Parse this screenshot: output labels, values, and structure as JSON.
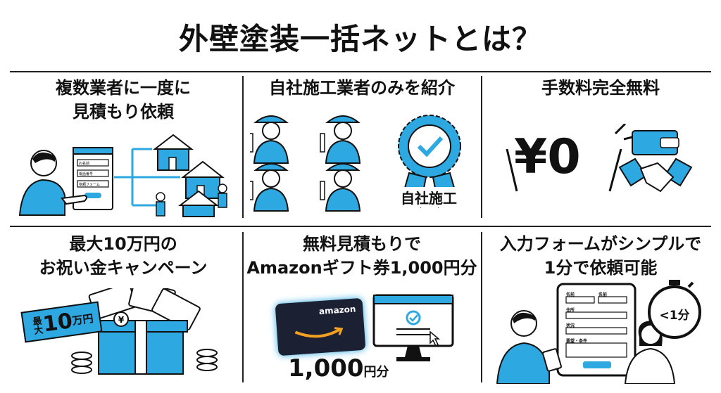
{
  "title": "外壁塗装一括ネットとは？",
  "accent_color": "#2ea8e0",
  "features": [
    {
      "title_lines": [
        "複数業者に一度に",
        "見積もり依頼"
      ],
      "form_labels": [
        "お名前",
        "電話番号",
        "依頼フォーム"
      ]
    },
    {
      "title_lines": [
        "自社施工業者のみを紹介"
      ],
      "badge_text": "自社施工"
    },
    {
      "title_lines": [
        "手数料完全無料"
      ],
      "price_text": "¥0"
    },
    {
      "title_lines": [
        "最大10万円の",
        "お祝い金キャンペーン"
      ],
      "tag_prefix": "最大",
      "tag_amount": "10",
      "tag_unit": "万円"
    },
    {
      "title_lines": [
        "無料見積もりで",
        "Amazonギフト券1,000円分"
      ],
      "card_brand": "amazon",
      "amount_number": "1,000",
      "amount_unit": "円分"
    },
    {
      "title_lines": [
        "入力フォームがシンプルで",
        "1分で依頼可能"
      ],
      "form_labels": [
        "名前",
        "名前",
        "住所",
        "状況",
        "要望・条件"
      ],
      "timer_text": "<1分"
    }
  ]
}
